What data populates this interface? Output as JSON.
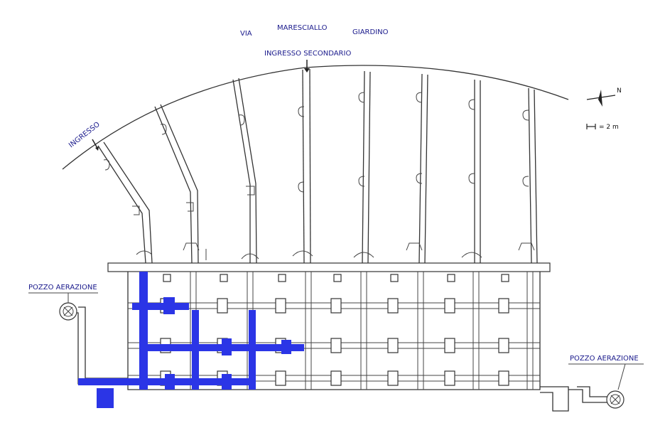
{
  "labels": {
    "via": "VIA",
    "maresciallo": "MARESCIALLO",
    "giardino": "GIARDINO",
    "ingresso_secondario": "INGRESSO SECONDARIO",
    "ingresso": "INGRESSO",
    "pozzo_left": "POZZO AERAZIONE",
    "pozzo_right": "POZZO AERAZIONE",
    "north": "N",
    "scale": "= 2 m"
  },
  "colors": {
    "label_text": "#1a1a8c",
    "highlight": "#2b35e6",
    "walls": "#333333"
  }
}
